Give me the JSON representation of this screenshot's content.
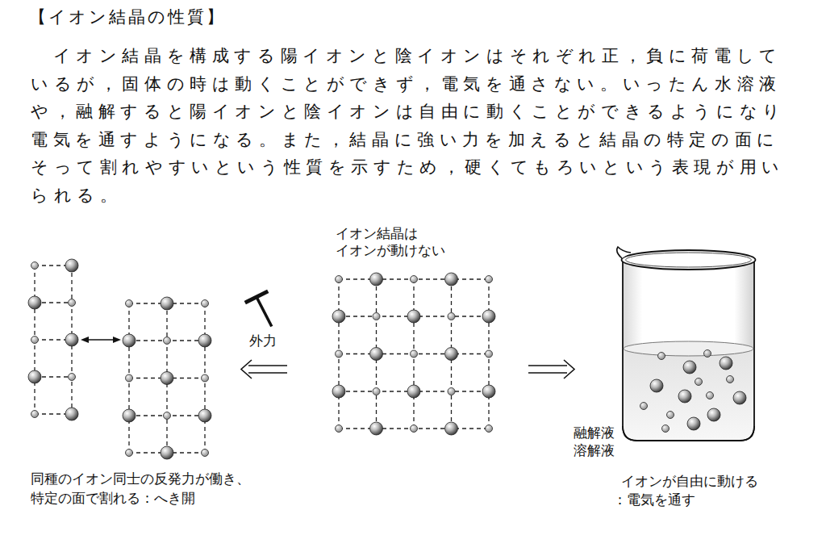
{
  "diagram": {
    "title": "【イオン結晶の性質】",
    "labels": [
      "イオン結晶を構成する陽イオンと陰イオンはそれぞれ正，負に荷電しているが，固体の時は動くことができず，電気を通さない。いったん水溶液や，融解すると陽イオンと陰イオンは自由に動くことができるようになり電気を通すようになる。また，結晶に強い力を加えると結晶の特定の面にそって割れやすいという性質を示すため，硬くてもろいという表現が用いられる。",
      "イオン結晶は",
      "イオンが動けない",
      "外力",
      "融解液",
      "溶解液",
      "同種のイオン同士の反発力が働き、",
      "特定の面で割れる：へき開",
      "イオンが自由に動ける",
      "：電気を通す"
    ]
  }
}
